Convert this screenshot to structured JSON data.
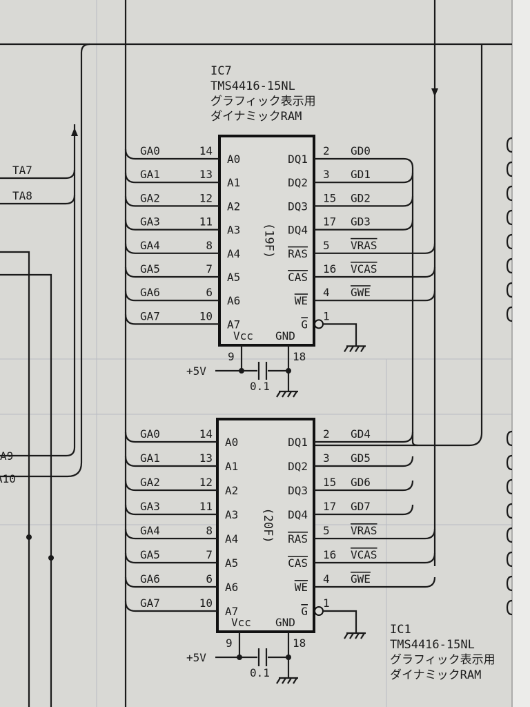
{
  "left_margin_labels": [
    "TA7",
    "TA8",
    "A9",
    "A10"
  ],
  "chips": [
    {
      "ref": "IC7",
      "part": "TMS4416-15NL",
      "desc1": "グラフィック表示用",
      "desc2": "ダイナミックRAM",
      "location": "(19F)",
      "left_pins": [
        {
          "signal": "GA0",
          "pin": "14",
          "name": "A0"
        },
        {
          "signal": "GA1",
          "pin": "13",
          "name": "A1"
        },
        {
          "signal": "GA2",
          "pin": "12",
          "name": "A2"
        },
        {
          "signal": "GA3",
          "pin": "11",
          "name": "A3"
        },
        {
          "signal": "GA4",
          "pin": "8",
          "name": "A4"
        },
        {
          "signal": "GA5",
          "pin": "7",
          "name": "A5"
        },
        {
          "signal": "GA6",
          "pin": "6",
          "name": "A6"
        },
        {
          "signal": "GA7",
          "pin": "10",
          "name": "A7"
        }
      ],
      "right_pins": [
        {
          "name": "DQ1",
          "pin": "2",
          "signal": "GD0",
          "overline": false
        },
        {
          "name": "DQ2",
          "pin": "3",
          "signal": "GD1",
          "overline": false
        },
        {
          "name": "DQ3",
          "pin": "15",
          "signal": "GD2",
          "overline": false
        },
        {
          "name": "DQ4",
          "pin": "17",
          "signal": "GD3",
          "overline": false
        },
        {
          "name": "RAS",
          "pin": "5",
          "signal": "VRAS",
          "overline": true
        },
        {
          "name": "CAS",
          "pin": "16",
          "signal": "VCAS",
          "overline": true
        },
        {
          "name": "WE",
          "pin": "4",
          "signal": "GWE",
          "overline": true
        },
        {
          "name": "G",
          "pin": "1",
          "signal": "",
          "overline": true
        }
      ],
      "vcc_label": "Vcc",
      "gnd_label": "GND",
      "vcc_pin": "9",
      "gnd_pin": "18",
      "supply": "+5V",
      "cap": "0.1"
    },
    {
      "ref": "IC1",
      "part": "TMS4416-15NL",
      "desc1": "グラフィック表示用",
      "desc2": "ダイナミックRAM",
      "location": "(20F)",
      "left_pins": [
        {
          "signal": "GA0",
          "pin": "14",
          "name": "A0"
        },
        {
          "signal": "GA1",
          "pin": "13",
          "name": "A1"
        },
        {
          "signal": "GA2",
          "pin": "12",
          "name": "A2"
        },
        {
          "signal": "GA3",
          "pin": "11",
          "name": "A3"
        },
        {
          "signal": "GA4",
          "pin": "8",
          "name": "A4"
        },
        {
          "signal": "GA5",
          "pin": "7",
          "name": "A5"
        },
        {
          "signal": "GA6",
          "pin": "6",
          "name": "A6"
        },
        {
          "signal": "GA7",
          "pin": "10",
          "name": "A7"
        }
      ],
      "right_pins": [
        {
          "name": "DQ1",
          "pin": "2",
          "signal": "GD4",
          "overline": false
        },
        {
          "name": "DQ2",
          "pin": "3",
          "signal": "GD5",
          "overline": false
        },
        {
          "name": "DQ3",
          "pin": "15",
          "signal": "GD6",
          "overline": false
        },
        {
          "name": "DQ4",
          "pin": "17",
          "signal": "GD7",
          "overline": false
        },
        {
          "name": "RAS",
          "pin": "5",
          "signal": "VRAS",
          "overline": true
        },
        {
          "name": "CAS",
          "pin": "16",
          "signal": "VCAS",
          "overline": true
        },
        {
          "name": "WE",
          "pin": "4",
          "signal": "GWE",
          "overline": true
        },
        {
          "name": "G",
          "pin": "1",
          "signal": "",
          "overline": true
        }
      ],
      "vcc_label": "Vcc",
      "gnd_label": "GND",
      "vcc_pin": "9",
      "gnd_pin": "18",
      "supply": "+5V",
      "cap": "0.1"
    }
  ]
}
